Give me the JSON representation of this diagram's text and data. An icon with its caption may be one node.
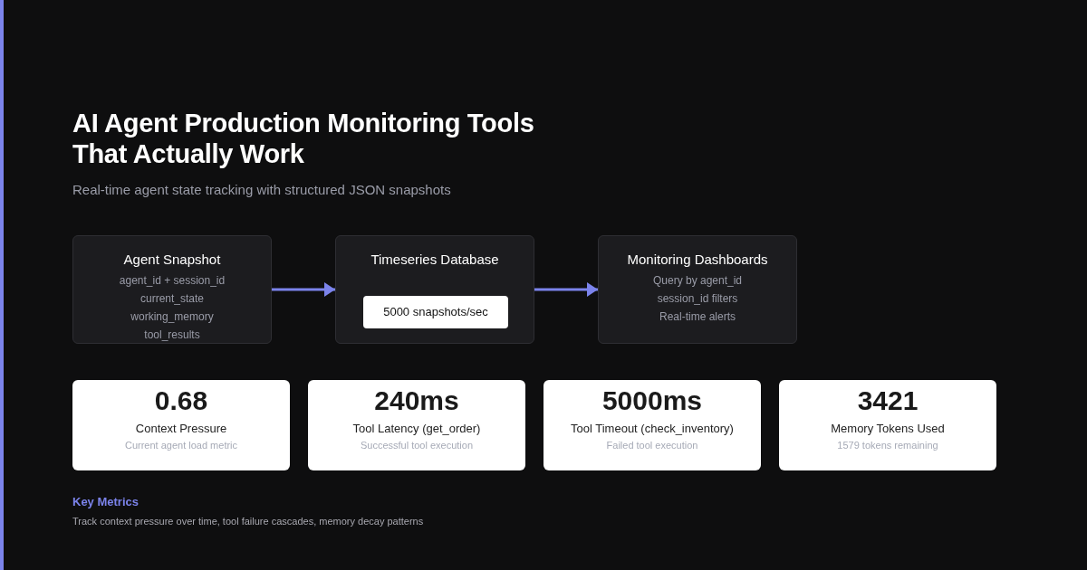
{
  "diagram": {
    "title": "AI Agent Production Monitoring Tools That Actually Work",
    "nodes": [
      {
        "text": [
          "Agent Snapshot",
          "agent_id + session_id",
          "current_state",
          "working_memory",
          "tool_results"
        ]
      },
      {
        "text": [
          "Timeseries Database"
        ]
      },
      {
        "text": [
          "5000 snapshots/sec"
        ],
        "in": 1
      },
      {
        "text": [
          "Monitoring Dashboards",
          "Query by agent_id",
          "session_id filters",
          "Real-time alerts"
        ]
      },
      {
        "text": [
          "0.68",
          "Context Pressure",
          "Current agent load metric"
        ]
      },
      {
        "text": [
          "240ms",
          "Tool Latency (get_order)",
          "Successful tool execution"
        ]
      },
      {
        "text": [
          "5000ms",
          "Tool Timeout (check_inventory)",
          "Failed tool execution"
        ]
      },
      {
        "text": [
          "3421",
          "Memory Tokens Used",
          "1579 tokens remaining"
        ]
      }
    ],
    "edges": [
      {
        "from": 0,
        "to": 1,
        "arrow": "to"
      },
      {
        "from": 1,
        "to": 3,
        "arrow": "to"
      }
    ],
    "labels": [
      "Real-time agent state tracking with structured JSON snapshots",
      "Key Metrics",
      "Track context pressure over time, tool failure cascades, memory decay patterns"
    ]
  }
}
